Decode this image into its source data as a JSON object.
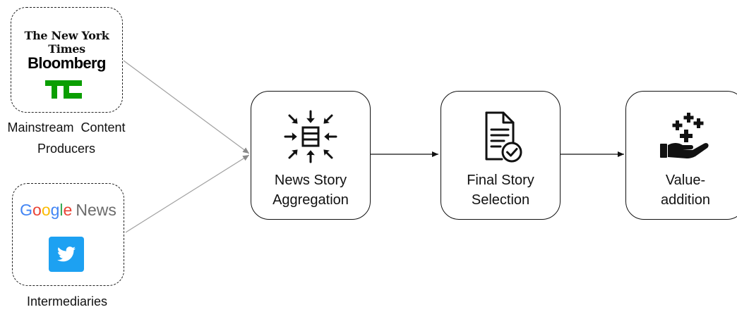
{
  "sources": {
    "mainstream": {
      "logos": {
        "nyt": "The New York Times",
        "bloomberg": "Bloomberg",
        "techcrunch_icon": "techcrunch-logo-icon"
      },
      "label_line1": "Mainstream  Content",
      "label_line2": "Producers"
    },
    "intermediaries": {
      "logos": {
        "google_news": {
          "letters": [
            {
              "ch": "G",
              "color": "#4285F4"
            },
            {
              "ch": "o",
              "color": "#EA4335"
            },
            {
              "ch": "o",
              "color": "#FBBC05"
            },
            {
              "ch": "g",
              "color": "#4285F4"
            },
            {
              "ch": "l",
              "color": "#34A853"
            },
            {
              "ch": "e",
              "color": "#EA4335"
            }
          ],
          "suffix": "News"
        },
        "twitter_icon": "twitter-bird-icon"
      },
      "label": "Intermediaries"
    }
  },
  "stages": [
    {
      "id": "aggregation",
      "line1": "News Story",
      "line2": "Aggregation",
      "icon": "aggregation-arrows-icon"
    },
    {
      "id": "selection",
      "line1": "Final Story",
      "line2": "Selection",
      "icon": "document-check-icon"
    },
    {
      "id": "value",
      "line1": "Value-",
      "line2": "addition",
      "icon": "hand-plus-icon"
    }
  ],
  "colors": {
    "techcrunch_green": "#0A9E01",
    "twitter_blue": "#1DA1F2",
    "connector_gray": "#9a9a9a",
    "stroke": "#111111"
  }
}
